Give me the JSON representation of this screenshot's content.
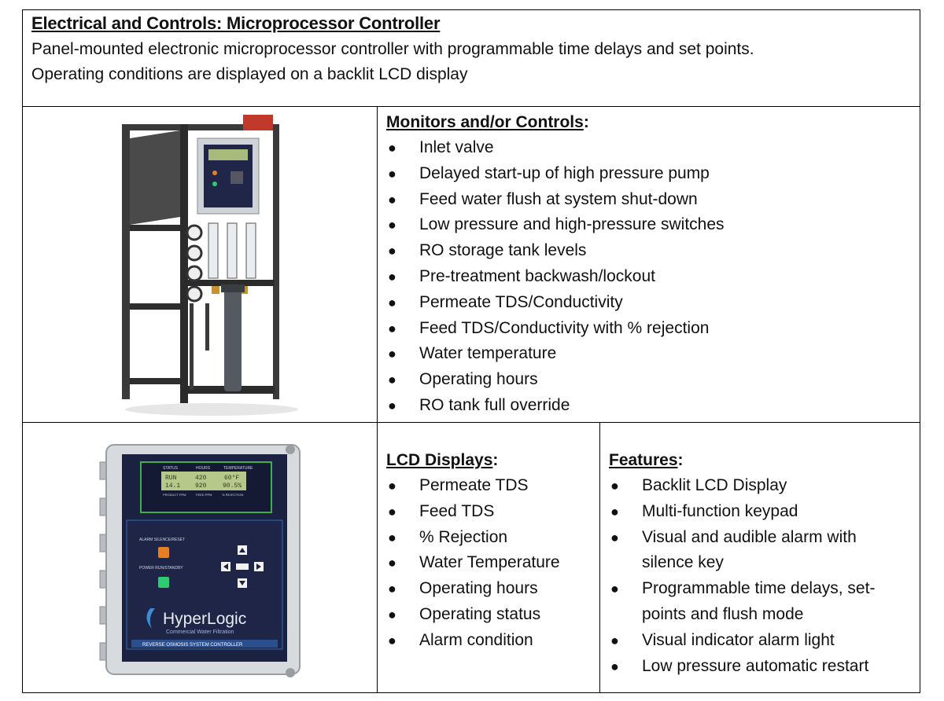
{
  "header": {
    "title": "Electrical and Controls: Microprocessor Controller",
    "desc_line1": "Panel-mounted electronic microprocessor controller with programmable time delays and set points.",
    "desc_line2": "Operating conditions are displayed on a backlit LCD display"
  },
  "monitors": {
    "title": "Monitors and/or Controls",
    "colon": ":",
    "items": [
      "Inlet valve",
      "Delayed start-up of high pressure pump",
      "Feed water flush at system shut-down",
      "Low pressure and high-pressure switches",
      "RO storage tank levels",
      "Pre-treatment backwash/lockout",
      "Permeate TDS/Conductivity",
      "Feed TDS/Conductivity with % rejection",
      "Water temperature",
      "Operating hours",
      "RO tank full override"
    ]
  },
  "lcd": {
    "title": "LCD Displays",
    "colon": ":",
    "items": [
      "Permeate TDS",
      "Feed TDS",
      "% Rejection",
      "Water Temperature",
      "Operating hours",
      "Operating status",
      "Alarm condition"
    ]
  },
  "features": {
    "title": "Features",
    "colon": ":",
    "items": [
      [
        "Backlit LCD Display"
      ],
      [
        "Multi-function keypad"
      ],
      [
        "Visual and audible alarm with",
        "silence key"
      ],
      [
        "Programmable time delays, set-",
        "points and flush mode"
      ],
      [
        "Visual indicator alarm light"
      ],
      [
        "Low pressure automatic restart"
      ]
    ]
  },
  "controller": {
    "lcd_headers": [
      "STATUS",
      "HOURS",
      "TEMPERATURE"
    ],
    "lcd_row1": [
      "RUN",
      "420",
      "60°F"
    ],
    "lcd_row2": [
      "14.1",
      "920",
      "90.5%"
    ],
    "lcd_footers": [
      "PRODUCT PPM",
      "FEED PPM",
      "% REJECTION"
    ],
    "alarm_label": "ALARM SILENCE/RESET",
    "power_label": "POWER RUN/STANDBY",
    "brand": "HyperLogic",
    "tagline": "Commercial Water Filtration",
    "banner": "REVERSE OSMOSIS SYSTEM CONTROLLER"
  },
  "colors": {
    "frame": "#2b2b2b",
    "lcd_green": "#b7c98a",
    "panel_navy": "#1b2140",
    "brand_blue": "#3a8fd4"
  }
}
